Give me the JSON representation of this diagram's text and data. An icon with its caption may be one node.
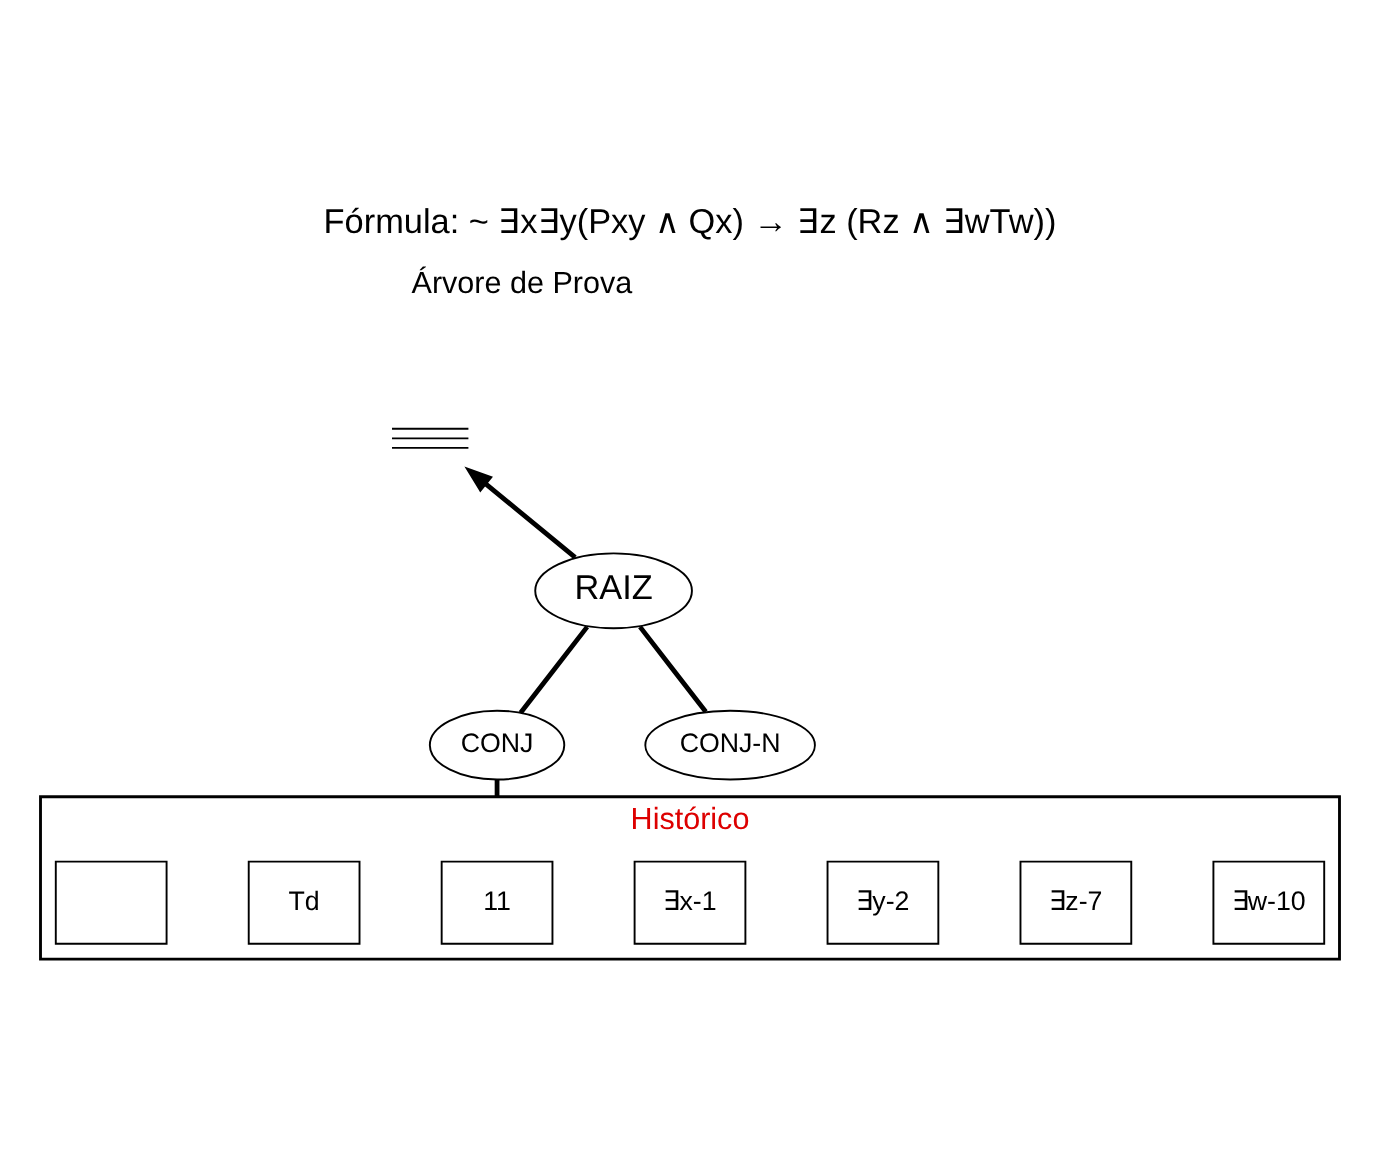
{
  "diagram": {
    "title": "Fórmula: ~ ∃x∃y(Pxy ∧ Qx) → ∃z (Rz ∧ ∃wTw))",
    "nodes": [
      {
        "text": [],
        "shape": "bar"
      },
      {
        "text": [
          "RAIZ"
        ]
      },
      {
        "text": [
          "CONJ"
        ]
      },
      {
        "text": [
          "CONJ-N"
        ]
      },
      {
        "text": [
          "Histórico"
        ]
      },
      {
        "text": [],
        "shape": "box",
        "in": 4
      },
      {
        "text": [
          "Td"
        ],
        "in": 4
      },
      {
        "text": [
          "11"
        ],
        "in": 4
      },
      {
        "text": [
          "∃x-1"
        ],
        "in": 4
      },
      {
        "text": [
          "∃y-2"
        ],
        "in": 4
      },
      {
        "text": [
          "∃z-7"
        ],
        "in": 4
      },
      {
        "text": [
          "∃w-10"
        ],
        "in": 4
      }
    ],
    "edges": [
      {
        "from": 1,
        "to": 0,
        "arrow": "to"
      },
      {
        "from": 1,
        "to": 2,
        "arrow": "none"
      },
      {
        "from": 1,
        "to": 3,
        "arrow": "none"
      },
      {
        "from": 2,
        "to": 4,
        "arrow": "none"
      }
    ],
    "labels": [
      "Árvore de Prova"
    ]
  }
}
